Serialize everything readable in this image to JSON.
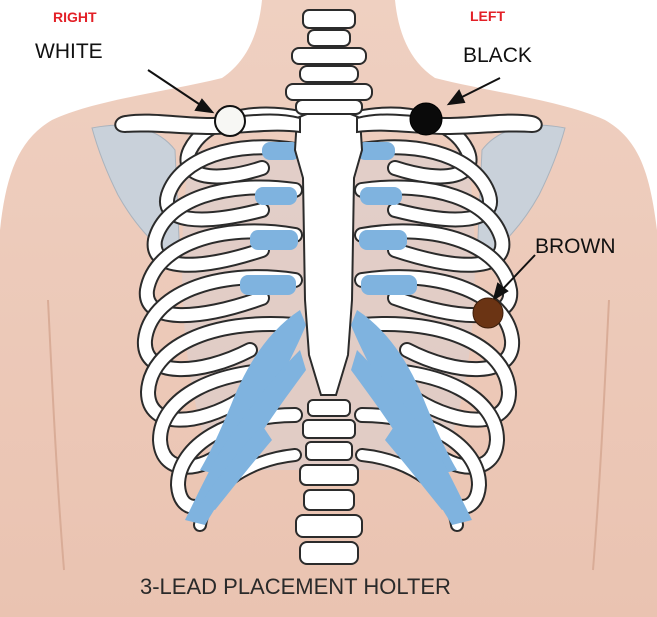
{
  "labels": {
    "right_side": "RIGHT",
    "left_side": "LEFT",
    "white": "WHITE",
    "black": "BLACK",
    "brown": "BROWN"
  },
  "caption": "3-LEAD PLACEMENT HOLTER",
  "electrodes": [
    {
      "id": "white",
      "color": "#f7f7f4"
    },
    {
      "id": "black",
      "color": "#0a0a0a"
    },
    {
      "id": "brown",
      "color": "#6b3414"
    }
  ],
  "colors": {
    "skin": "#ecc8b7",
    "bone": "#ffffff",
    "bone_outline": "#2b2b2b",
    "cartilage": "#7fb3df",
    "scapula": "#c9d1da",
    "side_label": "#e32027"
  }
}
